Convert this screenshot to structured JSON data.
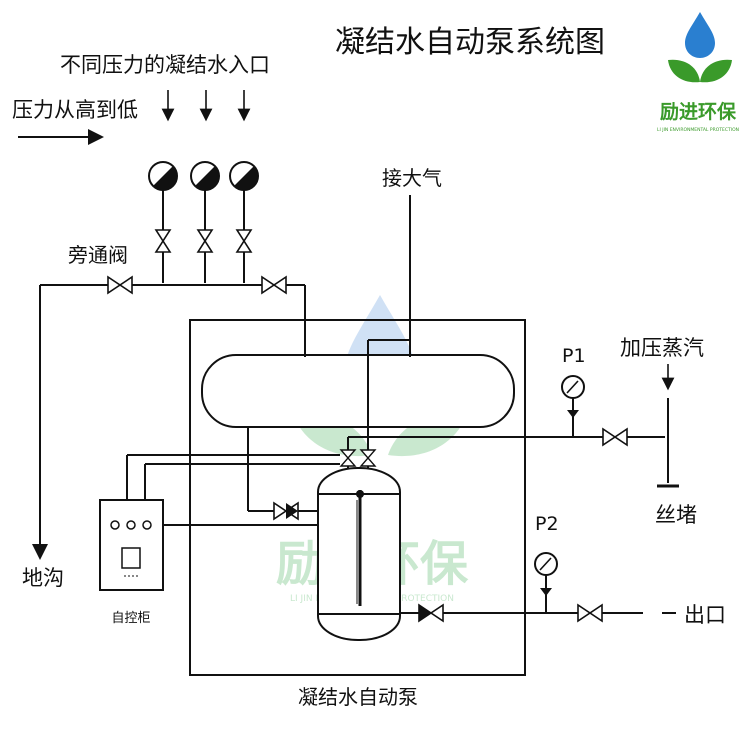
{
  "title": "凝结水自动泵系统图",
  "labels": {
    "inlet": "不同压力的凝结水入口",
    "pressure_order": "压力从高到低",
    "vent": "接大气",
    "bypass_valve": "旁通阀",
    "steam": "加压蒸汽",
    "p1": "P1",
    "p2": "P2",
    "plug": "丝堵",
    "drain": "地沟",
    "control_cabinet": "自控柜",
    "outlet": "出口",
    "pump_name": "凝结水自动泵"
  },
  "logo": {
    "brand": "励进环保",
    "tagline": "LI JIN ENVIRONMENTAL PROTECTION"
  },
  "watermark": {
    "brand": "励进环保",
    "tagline": "LI JIN ENVIRONMENTAL PROTECTION"
  },
  "colors": {
    "line": "#111111",
    "logo_green": "#3a9a2a",
    "logo_blue": "#2a7fd0",
    "watermark_green": "#9ed6a8",
    "watermark_blue": "#a9c8ec"
  }
}
